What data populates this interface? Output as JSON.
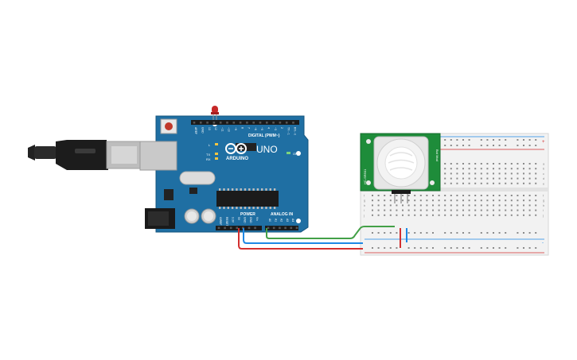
{
  "arduino": {
    "brand_label": "ARDUINO",
    "model_label": "UNO",
    "digital_header_label": "DIGITAL (PWM~)",
    "power_label": "POWER",
    "analog_label": "ANALOG IN",
    "on_label": "ON",
    "led_l_label": "L",
    "led_tx_label": "TX",
    "led_rx_label": "RX",
    "digital_pins": [
      "AREF",
      "GND",
      "13",
      "12",
      "~11",
      "~10",
      "~9",
      "8",
      "7",
      "~6",
      "~5",
      "4",
      "~3",
      "2",
      "TX→1",
      "RX←0"
    ],
    "power_pins": [
      "IOREF",
      "RESET",
      "3.3V",
      "5V",
      "GND",
      "GND",
      "Vin"
    ],
    "analog_pins": [
      "A0",
      "A1",
      "A2",
      "A3",
      "A4",
      "A5"
    ]
  },
  "pir_sensor": {
    "board_text_left": "HC-SR501",
    "board_text_right": "Bot Mod"
  },
  "breadboard": {
    "row_letters_top": [
      "a",
      "b",
      "c",
      "d",
      "e"
    ],
    "row_letters_bottom": [
      "f",
      "g",
      "h",
      "i",
      "j"
    ],
    "rail_plus": "+",
    "rail_minus": "-"
  },
  "colors": {
    "arduino_board": "#1f6fa3",
    "pir_board": "#1e8c3a",
    "wire_red": "#d32f2f",
    "wire_blue": "#1e88e5",
    "wire_green": "#43a047",
    "led_red": "#c62828"
  }
}
